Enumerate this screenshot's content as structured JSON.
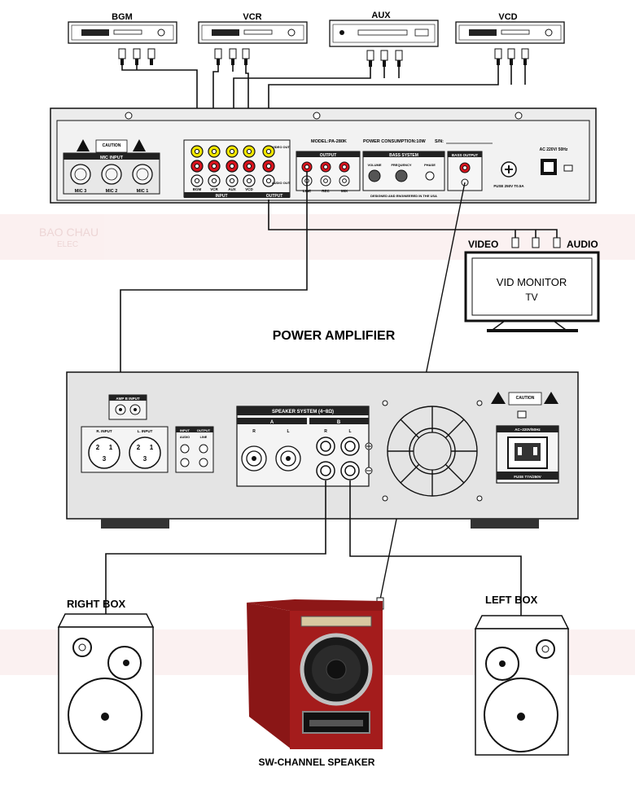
{
  "sources": [
    {
      "id": "bgm",
      "label": "BGM"
    },
    {
      "id": "vcr",
      "label": "VCR"
    },
    {
      "id": "aux",
      "label": "AUX"
    },
    {
      "id": "vcd",
      "label": "VCD"
    }
  ],
  "mixer": {
    "caution_label": "CAUTION",
    "mic_input_label": "MIC INPUT",
    "mic_labels": [
      "MIC 3",
      "MIC 2",
      "MIC 1"
    ],
    "input_jack_labels": [
      "BGM",
      "VCR",
      "AUX",
      "VCD"
    ],
    "input_label": "INPUT",
    "output_label": "OUTPUT",
    "video_out_label": "VIDEO OUT",
    "audio_out_label": "AUDIO OUT",
    "model_label": "MODEL:PA-280K",
    "power_consumption_label": "POWER CONSUMPTION:10W",
    "serial_label": "S/N:",
    "output_group_label": "OUTPUT",
    "output_jack_labels": [
      "LINE",
      "REC",
      "MIX"
    ],
    "bass_system_label": "BASS SYSTEM",
    "bass_knob_labels": [
      "VOLUME",
      "FREQUENCY",
      "PHASE"
    ],
    "bass_output_label": "BASS OUTPUT",
    "fuse_label": "FUSE 250V T0.5A",
    "ac_label": "AC 220V/ 50Hz",
    "designed_label": "DESIGNED AND ENGINEERED IN THE USA"
  },
  "tv": {
    "screen_line1": "VID MONITOR",
    "screen_line2": "TV",
    "video_label": "VIDEO",
    "audio_label": "AUDIO"
  },
  "amplifier": {
    "title": "POWER AMPLIFIER",
    "amp_input_label": "AMP B INPUT",
    "r_input_label": "R. INPUT",
    "l_input_label": "L. INPUT",
    "input_label": "INPUT",
    "output_label": "OUTPUT",
    "audio_label": "AUDIO",
    "line_label": "LINE",
    "speaker_system_label": "SPEAKER SYSTEM (4~8Ω)",
    "group_a_label": "A",
    "group_b_label": "B",
    "r_label": "R",
    "l_label": "L",
    "caution_label": "CAUTION",
    "ac_label": "AC~220V/50Hz",
    "fuse_label": "FUSE T7A/250V"
  },
  "speakers": {
    "right_label": "RIGHT BOX",
    "left_label": "LEFT BOX",
    "sub_label": "SW-CHANNEL SPEAKER"
  },
  "watermark": {
    "brand": "BAO CHAU",
    "sub": "ELEC"
  },
  "colors": {
    "line": "#111111",
    "yellow_jack": "#f2e600",
    "red_jack": "#d8141d",
    "panel": "#e6e6e6",
    "sub_wood": "#a41c1c"
  }
}
